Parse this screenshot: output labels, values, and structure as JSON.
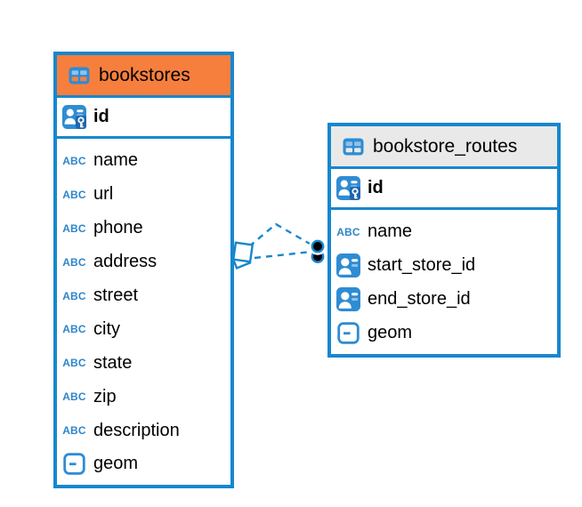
{
  "diagram": {
    "tables": [
      {
        "name": "bookstores",
        "header_color": "#F67F3E",
        "columns": [
          {
            "name": "id",
            "icon": "primary-key",
            "pk": true
          },
          {
            "name": "name",
            "icon": "text"
          },
          {
            "name": "url",
            "icon": "text"
          },
          {
            "name": "phone",
            "icon": "text"
          },
          {
            "name": "address",
            "icon": "text"
          },
          {
            "name": "street",
            "icon": "text"
          },
          {
            "name": "city",
            "icon": "text"
          },
          {
            "name": "state",
            "icon": "text"
          },
          {
            "name": "zip",
            "icon": "text"
          },
          {
            "name": "description",
            "icon": "text"
          },
          {
            "name": "geom",
            "icon": "geometry"
          }
        ]
      },
      {
        "name": "bookstore_routes",
        "header_color": "#E9E9E9",
        "columns": [
          {
            "name": "id",
            "icon": "primary-key",
            "pk": true
          },
          {
            "name": "name",
            "icon": "text"
          },
          {
            "name": "start_store_id",
            "icon": "foreign-key"
          },
          {
            "name": "end_store_id",
            "icon": "foreign-key"
          },
          {
            "name": "geom",
            "icon": "geometry"
          }
        ]
      }
    ],
    "relation": {
      "from_table": "bookstores",
      "to_table": "bookstore_routes",
      "line_style": "dashed",
      "endpoint_count": 2
    }
  },
  "colors": {
    "table_border_blue": "#1787CE",
    "relation_blue": "#1787CE",
    "icon_blue": "#2F8CD3",
    "icon_light_blue": "#8FC2E9",
    "pk_key_patch_blue": "#1E66AE",
    "abc_icon_blue": "#2E86CA",
    "header_orange": "#F67F3E",
    "header_gray": "#E9E9E9",
    "endpoint_dot_fill": "#000000",
    "text_color": "#000000",
    "background": "#FFFFFF"
  }
}
